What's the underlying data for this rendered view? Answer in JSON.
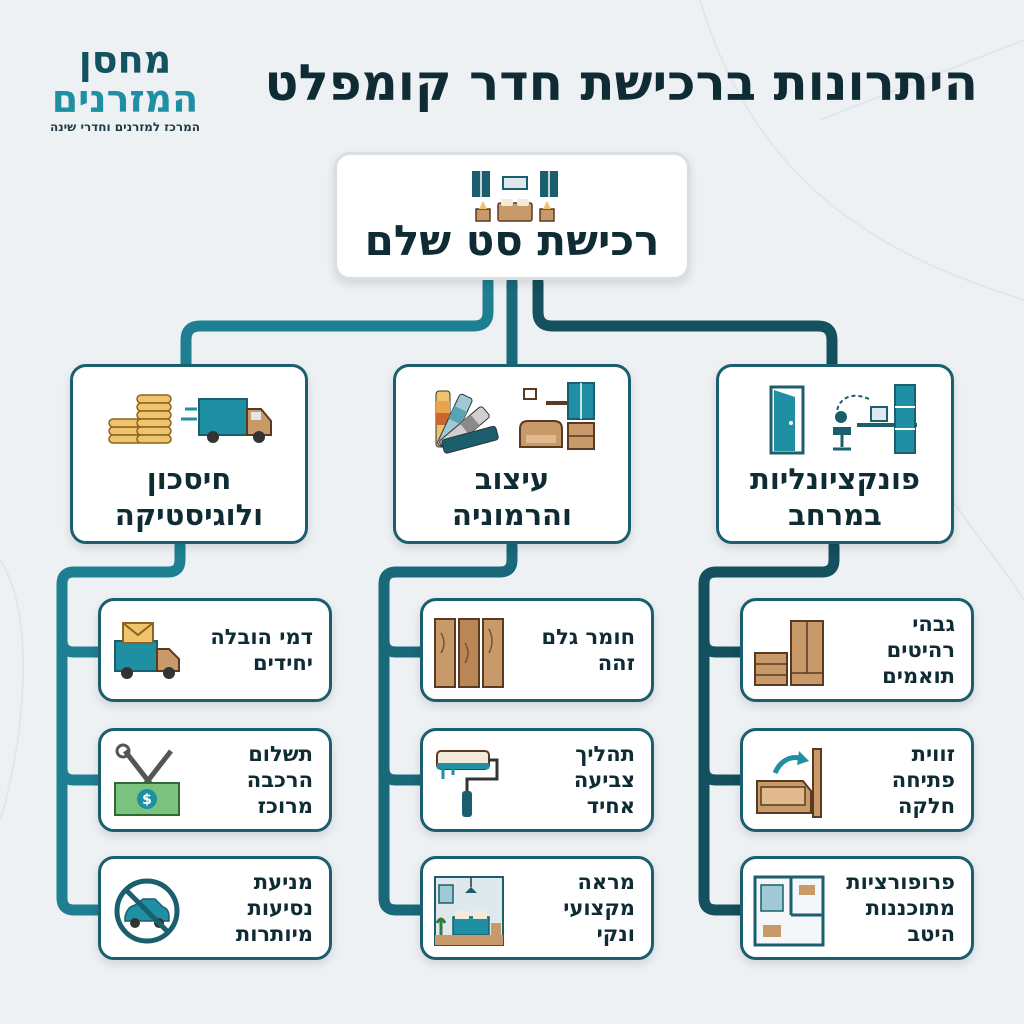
{
  "logo": {
    "line1": "מחסן",
    "line2": "המזרנים",
    "tagline": "המרכז למזרנים וחדרי שינה"
  },
  "title": "היתרונות ברכישת חדר קומפלט",
  "root": {
    "label": "רכישת סט שלם",
    "icon": "bedroom-set-icon"
  },
  "categories": [
    {
      "label": "פונקציונליות\nבמרחב",
      "icon": "door-and-workspace-icon",
      "items": [
        {
          "label": "גבהי\nרהיטים\nתואמים",
          "icon": "dresser-wardrobe-icon"
        },
        {
          "label": "זווית\nפתיחה\nחלקה",
          "icon": "drawer-opening-icon"
        },
        {
          "label": "פרופורציות\nמתוכננות\nהיטב",
          "icon": "floor-plan-icon"
        }
      ]
    },
    {
      "label": "עיצוב\nוהרמוניה",
      "icon": "color-swatch-furniture-icon",
      "items": [
        {
          "label": "חומר גלם\nזהה",
          "icon": "wood-planks-icon"
        },
        {
          "label": "תהליך\nצביעה\nאחיד",
          "icon": "paint-roller-icon"
        },
        {
          "label": "מראה\nמקצועי\nונקי",
          "icon": "bedroom-scene-icon"
        }
      ]
    },
    {
      "label": "חיסכון\nולוגיסטיקה",
      "icon": "coins-and-truck-icon",
      "items": [
        {
          "label": "דמי הובלה\nיחידים",
          "icon": "delivery-truck-icon"
        },
        {
          "label": "תשלום\nהרכבה\nמרוכז",
          "icon": "tools-and-money-icon"
        },
        {
          "label": "מניעת\nנסיעות\nמיותרות",
          "icon": "no-car-icon"
        }
      ]
    }
  ],
  "colors": {
    "primary": "#1b5f6e",
    "accent": "#1f8fa3",
    "wood": "#c89a6a",
    "text": "#0f2b33"
  }
}
